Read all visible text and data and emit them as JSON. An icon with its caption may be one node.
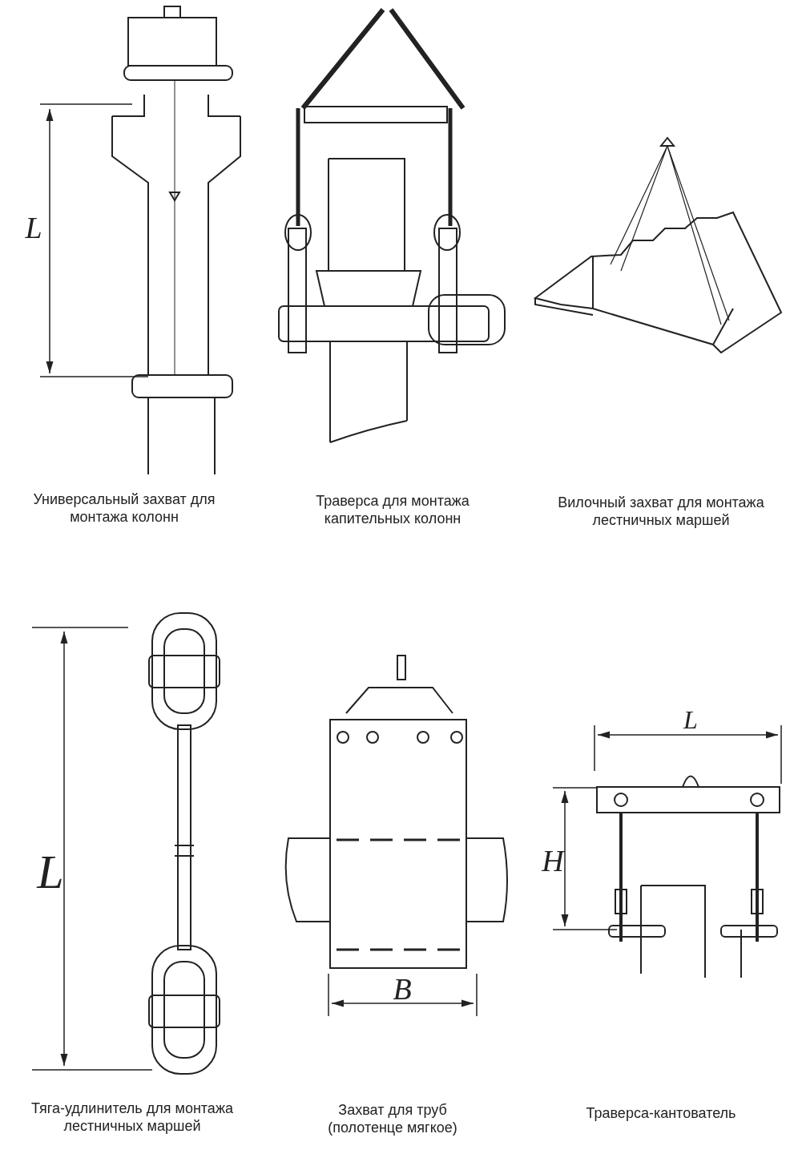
{
  "diagram": {
    "labels": [
      "L",
      "Универсальный захват для монтажа колонн",
      "Траверса для монтажа капительных колонн",
      "Вилочный захват для монтажа лестничных маршей",
      "L",
      "Тяга-удлинитель для монтажа лестничных маршей",
      "B",
      "Захват для труб (полотенце мягкое)",
      "L",
      "H",
      "Траверса-кантователь"
    ]
  }
}
